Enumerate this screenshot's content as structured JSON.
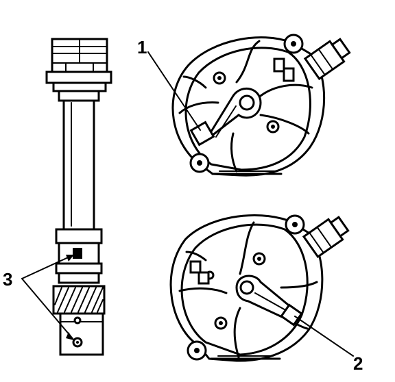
{
  "callouts": [
    {
      "id": "callout-1",
      "label": "1"
    },
    {
      "id": "callout-2",
      "label": "2"
    },
    {
      "id": "callout-3",
      "label": "3"
    }
  ],
  "colors": {
    "ink": "#000000",
    "paper": "#ffffff"
  }
}
